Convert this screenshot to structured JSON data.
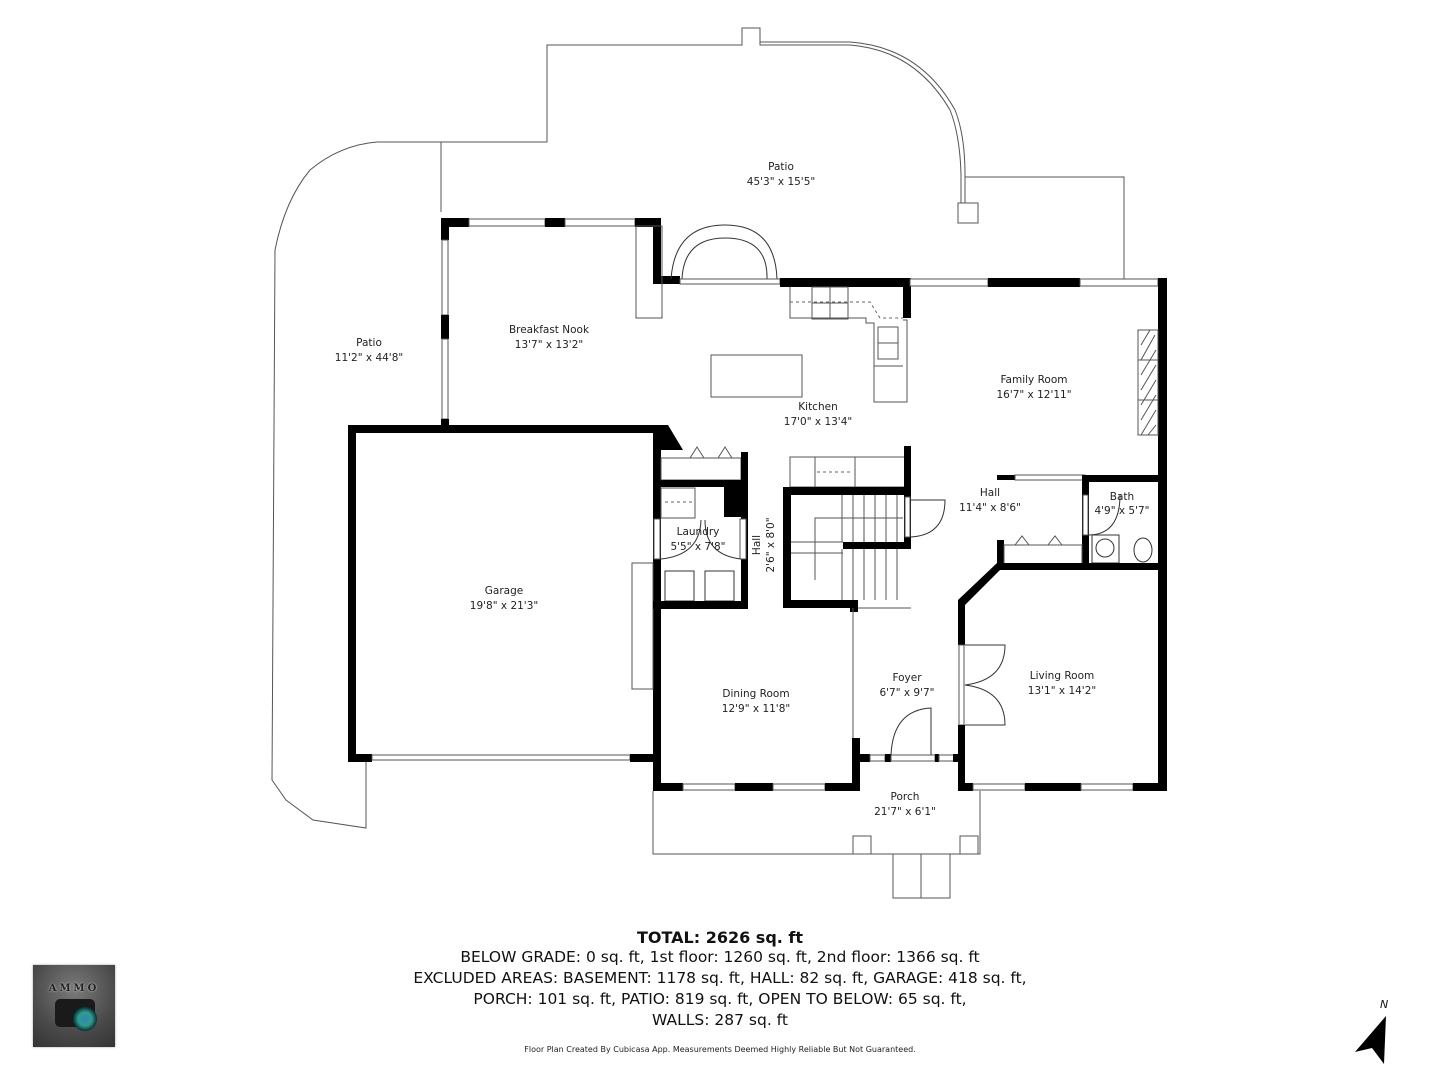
{
  "rooms": {
    "patio_top": {
      "name": "Patio",
      "dim": "45'3\" x 15'5\""
    },
    "patio_left": {
      "name": "Patio",
      "dim": "11'2\" x 44'8\""
    },
    "breakfast_nook": {
      "name": "Breakfast Nook",
      "dim": "13'7\" x 13'2\""
    },
    "kitchen": {
      "name": "Kitchen",
      "dim": "17'0\" x 13'4\""
    },
    "family_room": {
      "name": "Family Room",
      "dim": "16'7\" x 12'11\""
    },
    "hall_main": {
      "name": "Hall",
      "dim": "11'4\" x 8'6\""
    },
    "bath": {
      "name": "Bath",
      "dim": "4'9\" x 5'7\""
    },
    "laundry": {
      "name": "Laundry",
      "dim": "5'5\" x 7'8\""
    },
    "hall_narrow": {
      "name": "Hall",
      "dim": "2'6\" x 8'0\""
    },
    "garage": {
      "name": "Garage",
      "dim": "19'8\" x 21'3\""
    },
    "dining_room": {
      "name": "Dining Room",
      "dim": "12'9\" x 11'8\""
    },
    "foyer": {
      "name": "Foyer",
      "dim": "6'7\" x 9'7\""
    },
    "living_room": {
      "name": "Living Room",
      "dim": "13'1\" x 14'2\""
    },
    "porch": {
      "name": "Porch",
      "dim": "21'7\" x 6'1\""
    }
  },
  "summary": {
    "total": "TOTAL: 2626 sq. ft",
    "line1": "BELOW GRADE: 0 sq. ft, 1st floor: 1260 sq. ft, 2nd floor: 1366 sq. ft",
    "line2": "EXCLUDED AREAS: BASEMENT: 1178 sq. ft, HALL: 82 sq. ft, GARAGE: 418 sq. ft,",
    "line3": "PORCH: 101 sq. ft, PATIO: 819 sq. ft, OPEN TO BELOW: 65 sq. ft,",
    "line4": "WALLS: 287 sq. ft"
  },
  "disclaimer": "Floor Plan Created By Cubicasa App. Measurements Deemed Highly Reliable But Not Guaranteed.",
  "logo": {
    "text": "AMMO",
    "icon": "camera-icon"
  },
  "compass": {
    "label": "N",
    "icon": "north-arrow-icon"
  },
  "colors": {
    "wall": "#000000",
    "outline": "#555555",
    "background": "#ffffff"
  }
}
